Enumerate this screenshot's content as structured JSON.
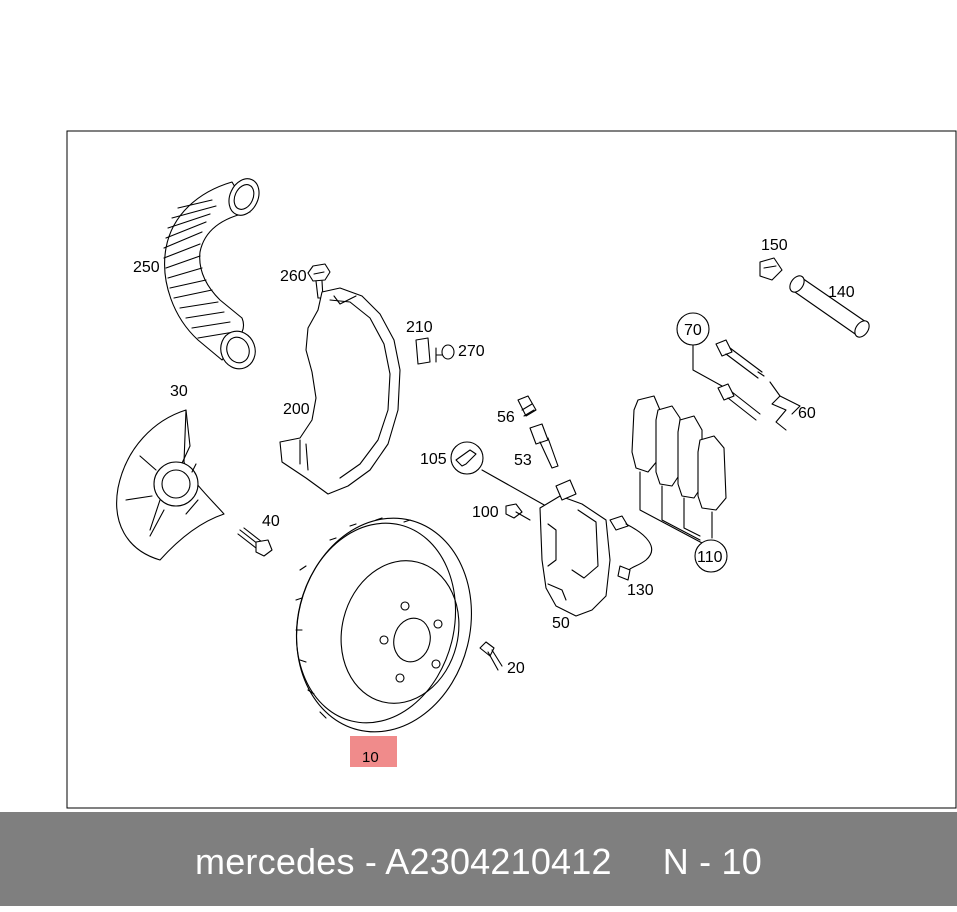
{
  "diagram": {
    "highlight_color": "#f08b8b",
    "labels": {
      "l10": "10",
      "l20": "20",
      "l30": "30",
      "l40": "40",
      "l50": "50",
      "l53": "53",
      "l56": "56",
      "l60": "60",
      "l70": "70",
      "l100": "100",
      "l105": "105",
      "l110": "110",
      "l130": "130",
      "l140": "140",
      "l150": "150",
      "l200": "200",
      "l210": "210",
      "l250": "250",
      "l260": "260",
      "l270": "270"
    }
  },
  "footer": {
    "brand": "mercedes",
    "sep1": " - ",
    "part_number": "A2304210412",
    "gap": "     ",
    "position": "N - 10"
  }
}
